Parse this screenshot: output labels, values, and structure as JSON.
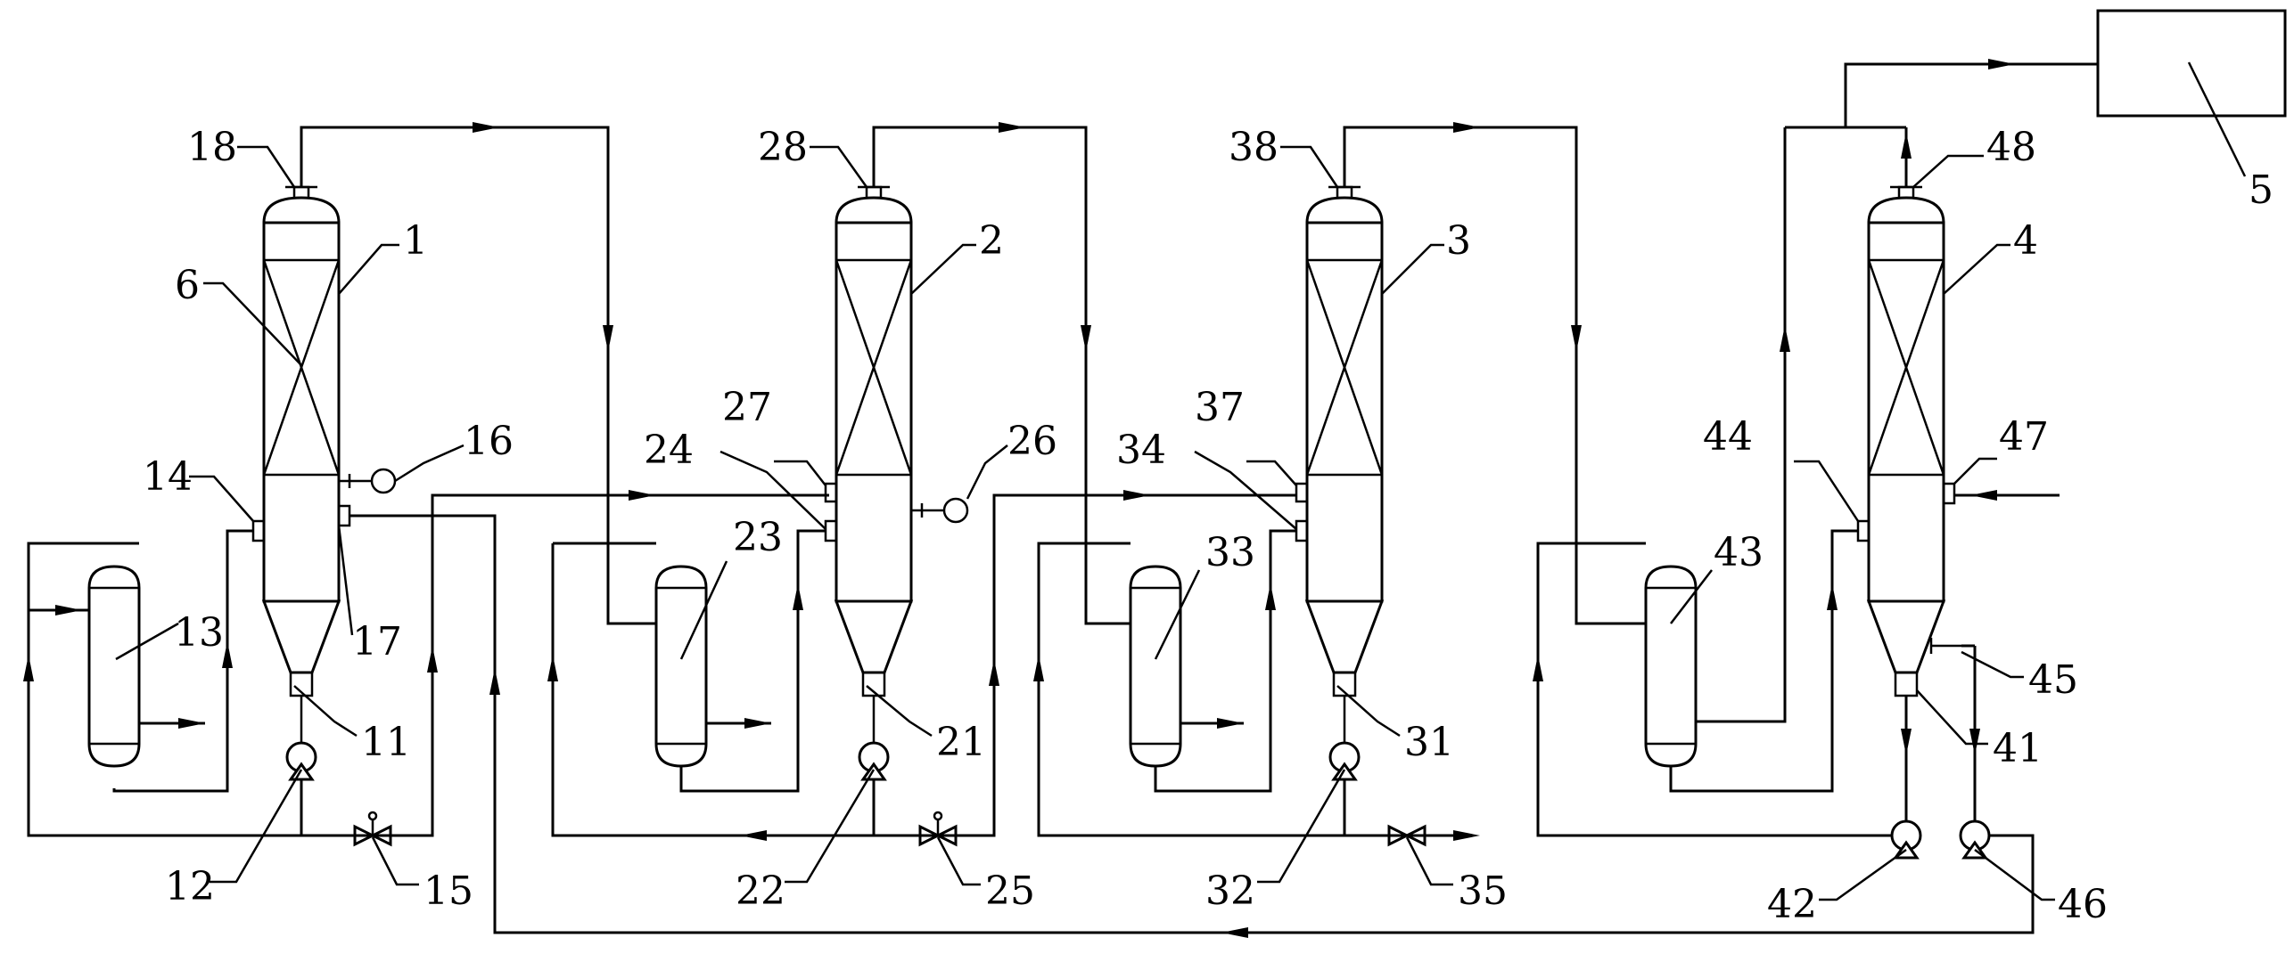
{
  "labels": {
    "n1": "1",
    "n2": "2",
    "n3": "3",
    "n4": "4",
    "n5": "5",
    "n6": "6",
    "n11": "11",
    "n12": "12",
    "n13": "13",
    "n14": "14",
    "n15": "15",
    "n16": "16",
    "n17": "17",
    "n18": "18",
    "n21": "21",
    "n22": "22",
    "n23": "23",
    "n24": "24",
    "n25": "25",
    "n26": "26",
    "n27": "27",
    "n28": "28",
    "n31": "31",
    "n32": "32",
    "n33": "33",
    "n34": "34",
    "n35": "35",
    "n37": "37",
    "n38": "38",
    "n41": "41",
    "n42": "42",
    "n43": "43",
    "n44": "44",
    "n45": "45",
    "n46": "46",
    "n47": "47",
    "n48": "48"
  }
}
